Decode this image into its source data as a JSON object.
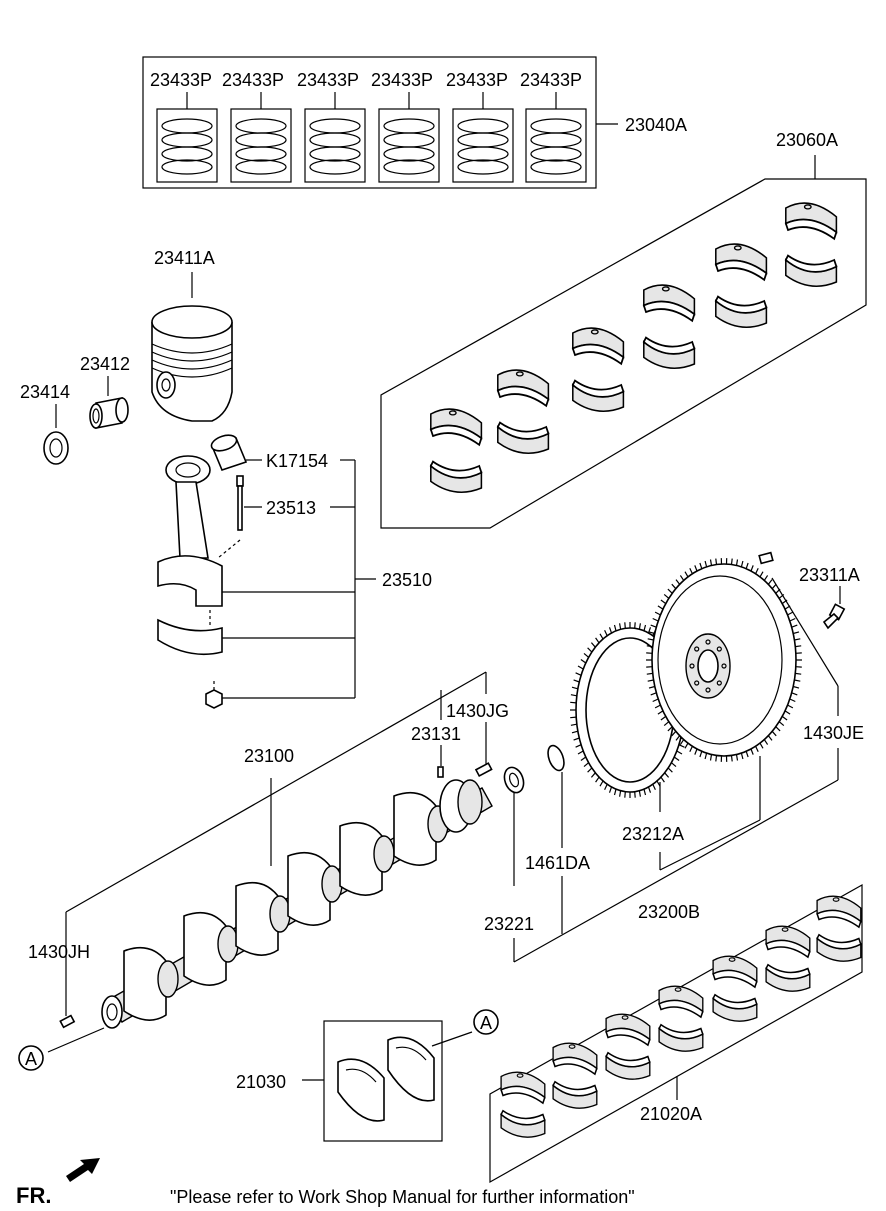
{
  "labels": {
    "ring_p1": "23433P",
    "ring_p2": "23433P",
    "ring_p3": "23433P",
    "ring_p4": "23433P",
    "ring_p5": "23433P",
    "ring_p6": "23433P",
    "ring_set": "23040A",
    "main_bearing_upper": "23060A",
    "piston": "23411A",
    "piston_pin": "23412",
    "snap_ring": "23414",
    "bushing": "K17154",
    "rod_bolt": "23513",
    "connecting_rod": "23510",
    "flywheel_bolt": "23311A",
    "dowel_flywheel": "1430JE",
    "dowel_crank": "1430JG",
    "crank_key": "23131",
    "crankshaft": "23100",
    "dowel_front": "1430JH",
    "ring_gear": "23212A",
    "spacer_ring": "1461DA",
    "flywheel_assy": "23200B",
    "pilot_bearing": "23221",
    "thrust_washer": "21030",
    "main_bearing_lower": "21020A",
    "ref_a1": "A",
    "ref_a2": "A"
  },
  "footer": {
    "orientation": "FR.",
    "note": "\"Please refer to Work Shop Manual for further information\""
  }
}
